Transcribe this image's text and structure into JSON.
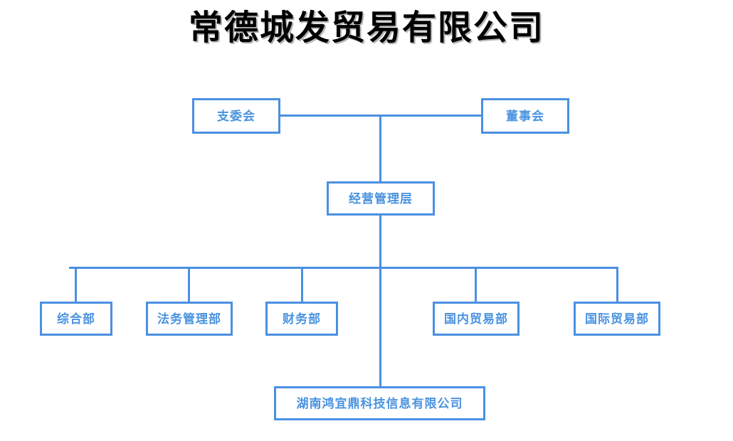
{
  "title": "常德城发贸易有限公司",
  "colors": {
    "box_border": "#4a90e2",
    "box_text": "#4a93e0",
    "connector": "#4a90e2",
    "title_text": "#000000",
    "background": "#ffffff"
  },
  "nodes": {
    "party_committee": "支委会",
    "board_of_directors": "董事会",
    "management": "经营管理层",
    "subsidiary": "湖南鸿宜鼎科技信息有限公司"
  },
  "departments": [
    {
      "label": "综合部"
    },
    {
      "label": "法务管理部"
    },
    {
      "label": "财务部"
    },
    {
      "label": "国内贸易部"
    },
    {
      "label": "国际贸易部"
    }
  ]
}
